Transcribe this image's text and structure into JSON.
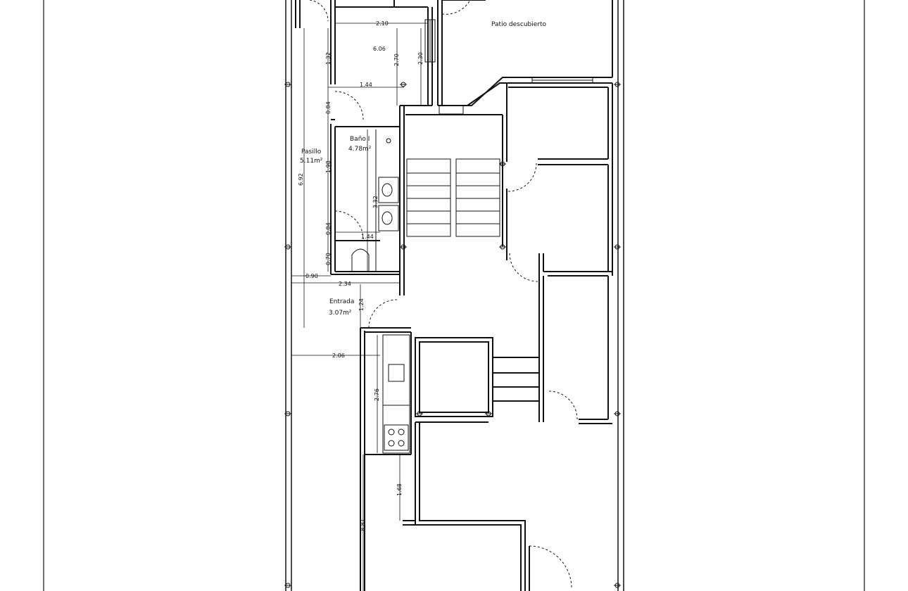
{
  "plan": {
    "rooms": {
      "patio": "Patio descubierto",
      "bano_name": "Baño I",
      "bano_area": "4.78m²",
      "pasillo_name": "Pasillo",
      "pasillo_area": "5.11m²",
      "entrada_name": "Entrada",
      "entrada_area": "3.07m²"
    },
    "dimensions": {
      "d210": "2.10",
      "d606": "6.06",
      "d270": "2.70",
      "d230": "2.30",
      "d132": "1.32",
      "d144a": "1.44",
      "d084a": "0.84",
      "d198": "1.98",
      "d692": "6.92",
      "d332": "3.32",
      "d084b": "0.84",
      "d144b": "1.44",
      "d070": "0.70",
      "d090": "0.90",
      "d234": "2.34",
      "d124": "1.24",
      "d206": "2.06",
      "d276": "2.76",
      "d168": "1.68",
      "d881": "8.81"
    }
  }
}
